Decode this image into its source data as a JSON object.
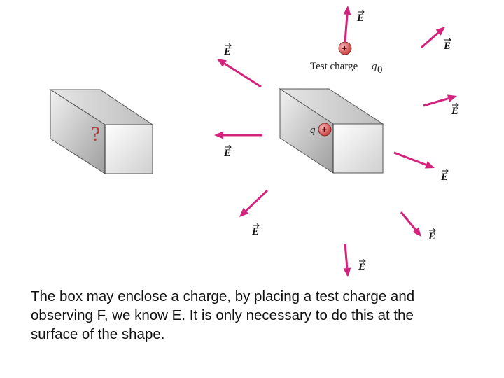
{
  "colors": {
    "arrow": "#d4237c",
    "charge_fill": "#e05a5a",
    "question_mark": "#b83a3a"
  },
  "labels": {
    "field": "E",
    "test_charge": "Test charge",
    "test_charge_symbol": "q",
    "test_charge_subscript": "0",
    "enclosed_charge": "q",
    "unknown": "?",
    "plus": "+"
  },
  "caption": "The box may enclose a charge, by placing a test charge and\nobserving F, we know E.  It is only necessary to do this at the\nsurface of the shape."
}
